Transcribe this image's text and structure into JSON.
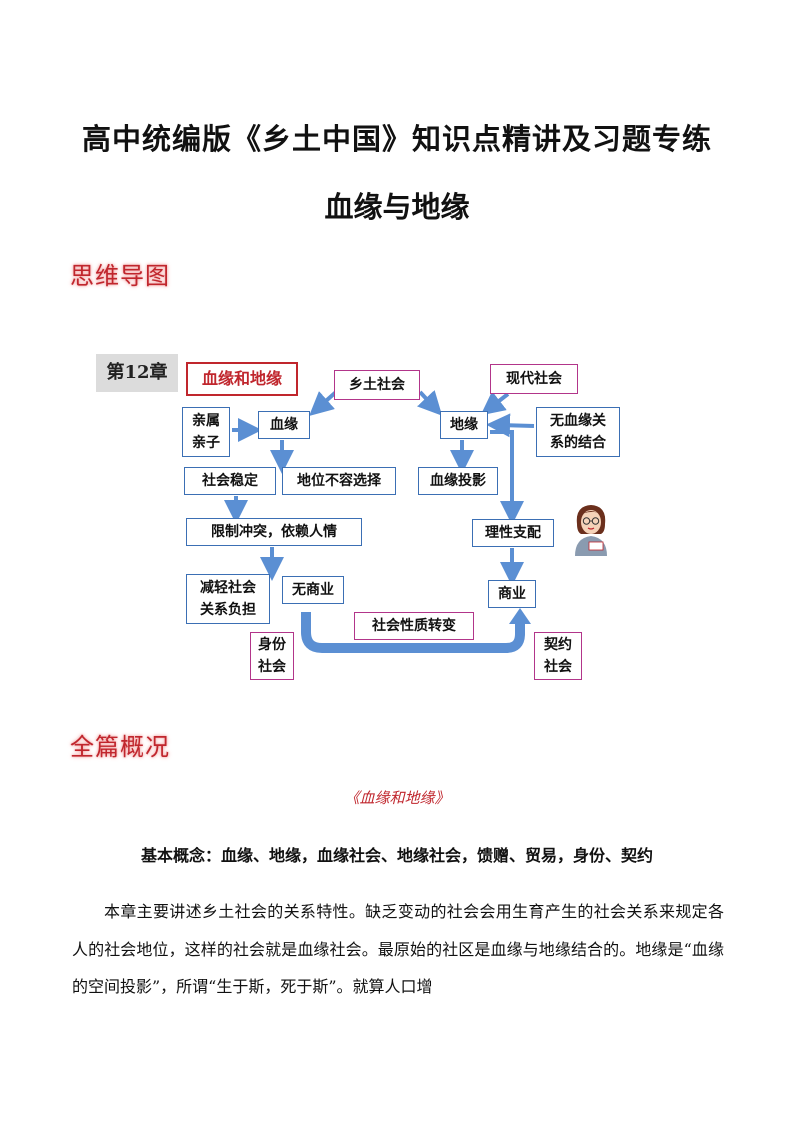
{
  "header": {
    "title": "高中统编版《乡土中国》知识点精讲及习题专练",
    "subtitle": "血缘与地缘"
  },
  "sections": {
    "mindmap_heading": "思维导图",
    "overview_heading": "全篇概况"
  },
  "mindmap": {
    "chapter_tag": "第12章",
    "chapter_title": "血缘和地缘",
    "nodes": {
      "xiangtu": "乡土社会",
      "xiandai": "现代社会",
      "qinshu": "亲属\n亲子",
      "xueyuan": "血缘",
      "diyuan": "地缘",
      "wuxueyuan": "无血缘关\n系的结合",
      "wending": "社会稳定",
      "diwei": "地位不容选择",
      "touying": "血缘投影",
      "xianzhi": "限制冲突，依赖人情",
      "lixing": "理性支配",
      "jianqing": "减轻社会\n关系负担",
      "wushangye": "无商业",
      "shangye": "商业",
      "zhuanbian": "社会性质转变",
      "shenfen": "身份\n社会",
      "qiyue": "契约\n社会"
    },
    "colors": {
      "arrow": "#5b8fd3",
      "box_border": "#3b6fb4",
      "pink_border": "#b2358a",
      "accent_red": "#c0262d"
    }
  },
  "overview": {
    "article_title": "《血缘和地缘》",
    "basic_concepts": "基本概念：血缘、地缘，血缘社会、地缘社会，馈赠、贸易，身份、契约",
    "paragraph": "本章主要讲述乡土社会的关系特性。缺乏变动的社会会用生育产生的社会关系来规定各人的社会地位，这样的社会就是血缘社会。最原始的社区是血缘与地缘结合的。地缘是“血缘的空间投影”，所谓“生于斯，死于斯”。就算人口增"
  }
}
